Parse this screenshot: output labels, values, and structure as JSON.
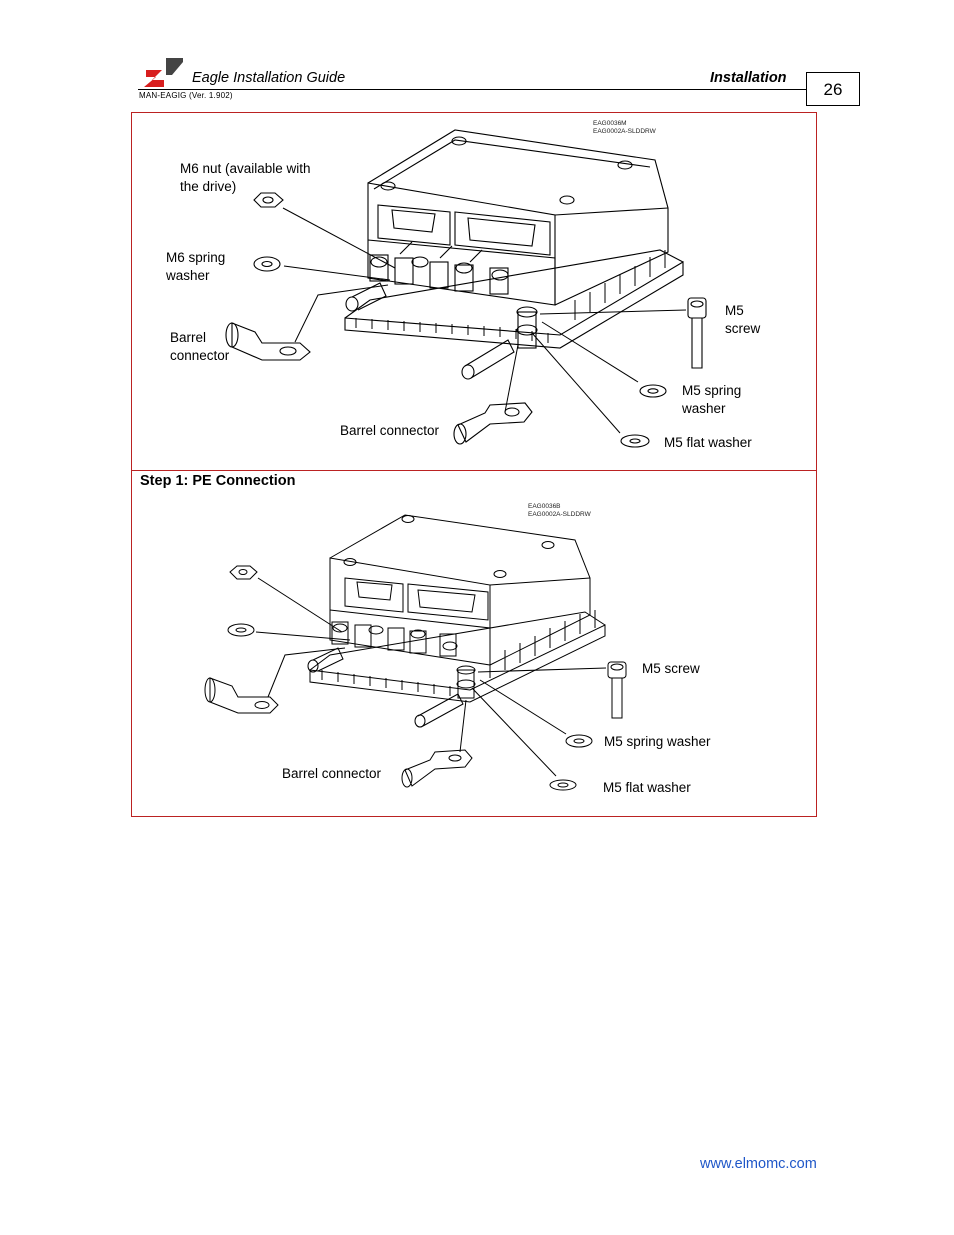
{
  "header": {
    "title": "Eagle Installation Guide",
    "section": "Installation",
    "doc_id": "MAN-EAGIG (Ver. 1.902)",
    "page_number": "26"
  },
  "figure1": {
    "drawing_id_1": "EAG0036M",
    "drawing_id_2": "EAG0002A-SLDDRW",
    "labels": {
      "m6_nut_1": "M6 nut (available with",
      "m6_nut_2": "the drive)",
      "m6_spring_1": "M6 spring",
      "m6_spring_2": "washer",
      "barrel_left_1": "Barrel",
      "barrel_left_2": "connector",
      "m5_screw_1": "M5",
      "m5_screw_2": "screw",
      "m5_spring_1": "M5 spring",
      "m5_spring_2": "washer",
      "m5_flat": "M5 flat washer",
      "barrel_bottom": "Barrel connector"
    }
  },
  "step1": {
    "title": "Step 1: PE Connection"
  },
  "figure2": {
    "drawing_id_1": "EAG0036B",
    "drawing_id_2": "EAG0002A-SLDDRW",
    "labels": {
      "m5_screw": "M5 screw",
      "m5_spring": "M5 spring washer",
      "m5_flat": "M5 flat washer",
      "barrel_bottom": "Barrel connector"
    }
  },
  "footer": {
    "url": "www.elmomc.com"
  },
  "colors": {
    "frame": "#bb2222",
    "logo_red": "#d81e1e",
    "link": "#1f57c8"
  }
}
